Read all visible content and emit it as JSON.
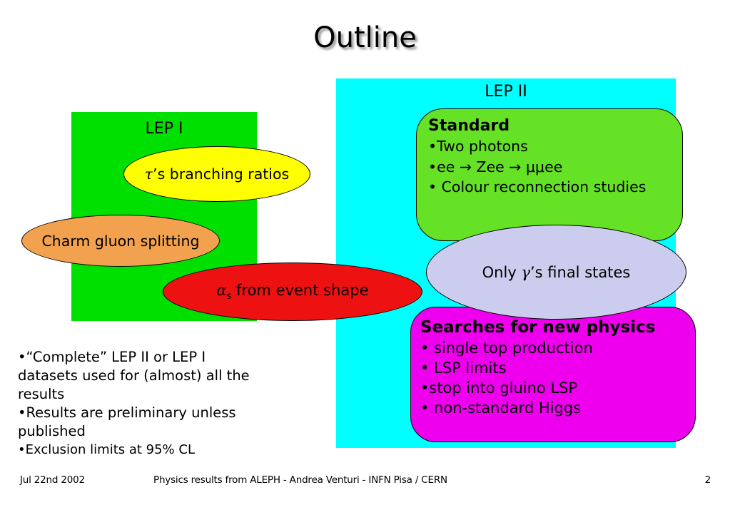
{
  "title": "Outline",
  "colors": {
    "cyan": "#00ffff",
    "lep1_green": "#00e000",
    "standard_green": "#66e226",
    "yellow": "#ffff00",
    "orange": "#f2a24e",
    "red": "#ee1111",
    "lavender": "#ccccee",
    "magenta": "#ee00ee"
  },
  "lep1": {
    "label": "LEP I",
    "tau_ellipse": {
      "greek": "τ",
      "rest": "’s branching ratios"
    },
    "charm_ellipse": "Charm gluon splitting",
    "alpha_ellipse": {
      "greek": "α",
      "sub": "s",
      "rest": " from event shape"
    }
  },
  "lep2": {
    "label": "LEP II",
    "standard": {
      "title": "Standard",
      "items": [
        "•Two photons",
        "•ee → Zee → μμee",
        "• Colour reconnection studies"
      ]
    },
    "gamma_ellipse": {
      "pre": "Only ",
      "greek": "γ",
      "rest": "’s final states"
    },
    "searches": {
      "title": "Searches for new physics",
      "items": [
        "• single top production",
        "• LSP limits",
        "•stop into gluino LSP",
        "• non-standard Higgs"
      ]
    }
  },
  "notes": [
    "•“Complete” LEP II or LEP I datasets used for (almost) all the results",
    "•Results are preliminary unless published",
    "•Exclusion limits at 95% CL"
  ],
  "footer": {
    "date": "Jul 22nd 2002",
    "center": "Physics results from ALEPH - Andrea Venturi - INFN Pisa / CERN",
    "page": "2"
  }
}
